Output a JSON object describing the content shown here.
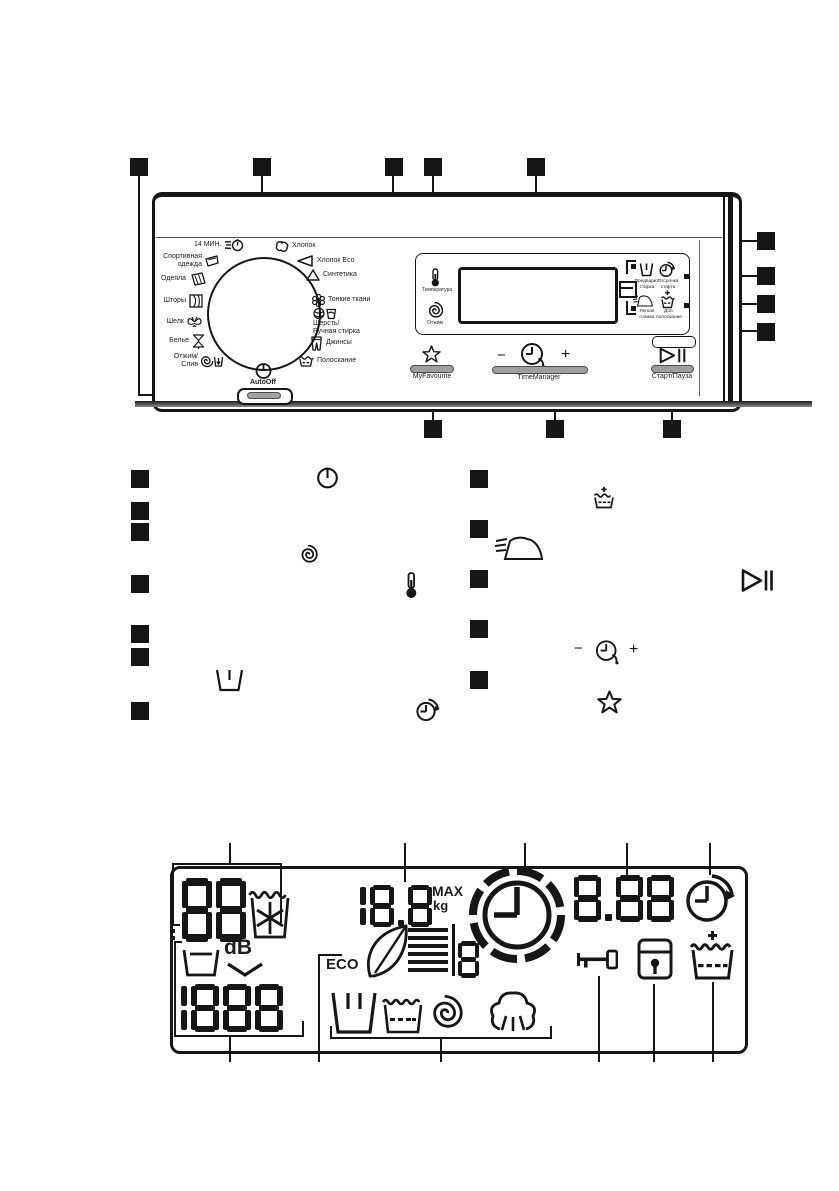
{
  "panel": {
    "dial": {
      "programs": {
        "quick14": "14 МИН.",
        "cotton": "Хлопок",
        "cotton_eco": "Хлопок Eco",
        "synthetics": "Синтетика",
        "delicates": "Тонкие ткани",
        "wool_1": "Шерсть/",
        "wool_2": "Ручная стирка",
        "jeans": "Джинсы",
        "rinse": "Полоскание",
        "spin_drain_1": "Отжим/",
        "spin_drain_2": "Слив",
        "linen": "Белье",
        "silk": "Шелк",
        "curtains": "Шторы",
        "blankets": "Одеяла",
        "sports_1": "Спортивная",
        "sports_2": "одежда"
      },
      "auto_off": "AutoOff"
    },
    "buttons": {
      "temperature": "Температура",
      "spin": "Отжим",
      "prewash_1": "Предварит.",
      "prewash_2": "стирка",
      "delay_1": "Отсрочка",
      "delay_2": "старта",
      "iron_1": "Легкая",
      "iron_2": "глажка",
      "extra_rinse_1": "Доп.",
      "extra_rinse_2": "полоскание",
      "my_favourite": "MyFavourite",
      "time_manager": "TimeManager",
      "start_pause": "Старт/Пауза",
      "minus": "−",
      "plus": "+"
    }
  },
  "lcd": {
    "temperature": "88",
    "load_weight": "18.8",
    "max_label": "MAX",
    "kg_label": "kg",
    "eco_label": "ECO",
    "eco_level": "8",
    "time": "8.88",
    "spin_speed": "1888",
    "db_label": "dB"
  },
  "colors": {
    "ink": "#161616",
    "button_fill": "#9f9f9f"
  },
  "icons": {
    "legend_left": [
      "power-icon",
      "spin-icon",
      "temperature-icon",
      "prewash-icon",
      "delay-start-icon"
    ],
    "legend_right": [
      "extra-rinse-icon",
      "easy-iron-icon",
      "start-pause-icon",
      "time-manager-icon",
      "my-favourite-icon"
    ]
  }
}
